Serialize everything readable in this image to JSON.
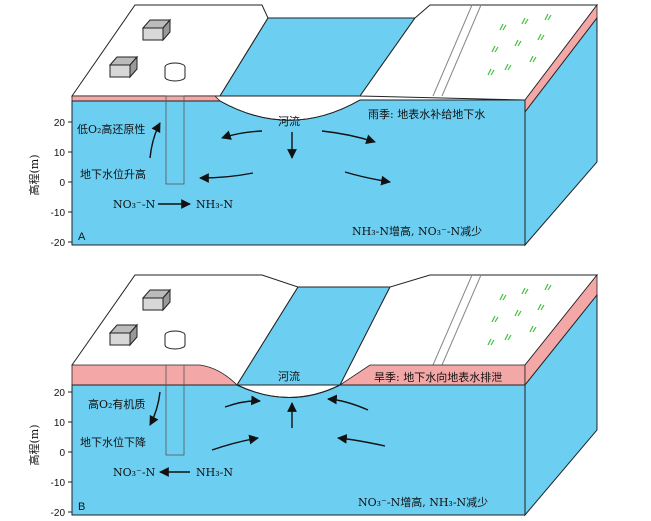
{
  "panel_a": {
    "letter": "A",
    "axis_label": "高程(m)",
    "ticks": [
      "20",
      "10",
      "0",
      "-10",
      "-20"
    ],
    "river": "河流",
    "season": "雨季: 地表水补给地下水",
    "reducing": "低O₂高还原性",
    "water_table": "地下水位升高",
    "reaction_from": "NO₃⁻-N",
    "reaction_to": "NH₃-N",
    "result": "NH₃-N增高, NO₃⁻-N减少"
  },
  "panel_b": {
    "letter": "B",
    "axis_label": "高程(m)",
    "ticks": [
      "20",
      "10",
      "0",
      "-10",
      "-20"
    ],
    "river": "河流",
    "season": "旱季: 地下水向地表水排泄",
    "organic": "高O₂有机质",
    "water_table": "地下水位下降",
    "reaction_from": "NO₃⁻-N",
    "reaction_to": "NH₃-N",
    "result": "NO₃⁻-N增高, NH₃-N减少"
  },
  "colors": {
    "water": "#6ccff2",
    "soil": "#f4a7a7",
    "land": "#ffffff",
    "grass": "#3fbf3f",
    "outline": "#222222"
  }
}
